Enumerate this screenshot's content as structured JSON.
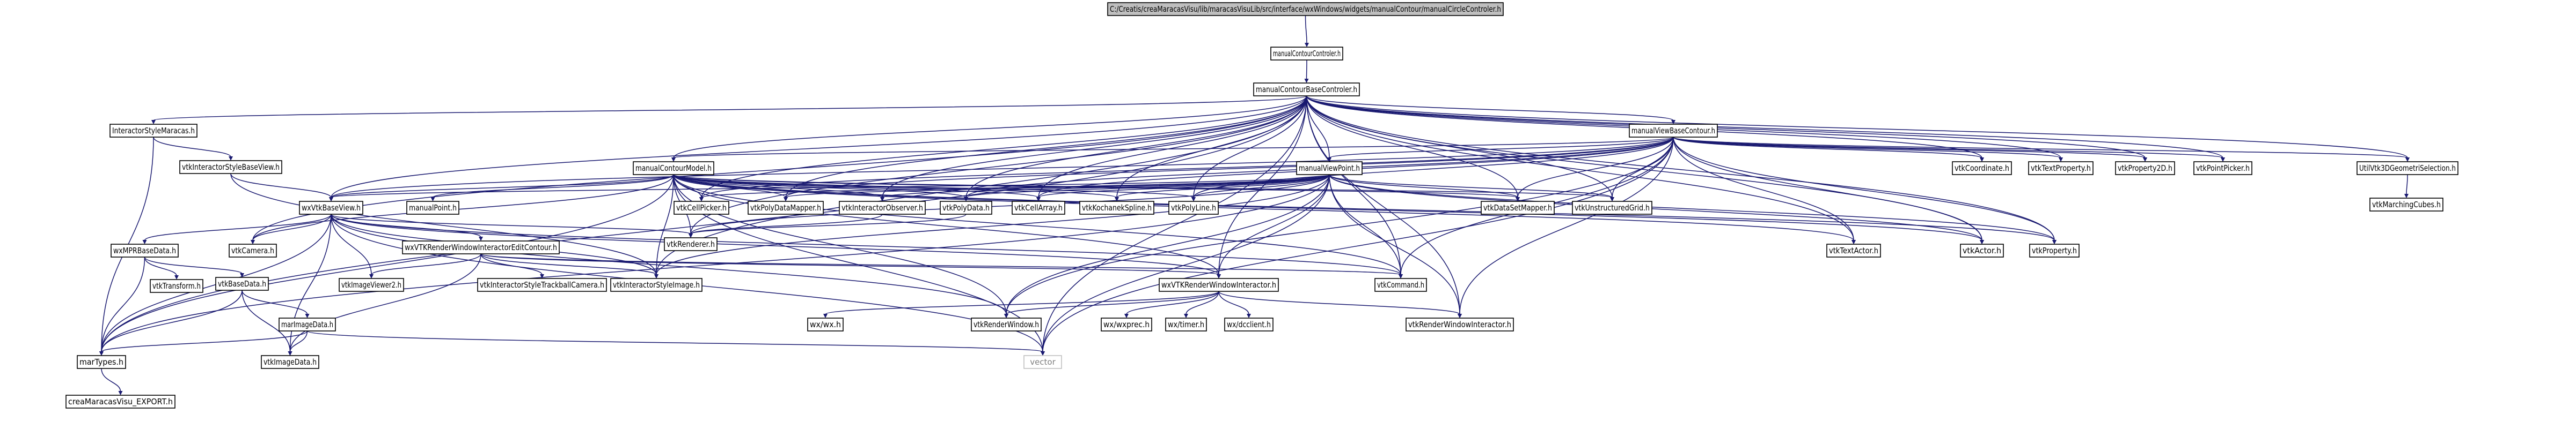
{
  "colors": {
    "edge": "#191970",
    "root_fill": "#bfbfbf",
    "node_fill": "#ffffff",
    "ghost_border": "#bfbfbf",
    "ghost_text": "#7f7f7f"
  },
  "nodes": {
    "root": "C:/Creatis/creaMaracasVisu/lib/maracasVisuLib/src/interface/wxWindows/widgets/manualContour/manualCircleControler.h",
    "manualContourControler": "manualContourControler.h",
    "manualContourBaseControler": "manualContourBaseControler.h",
    "InteractorStyleMaracas": "InteractorStyleMaracas.h",
    "vtkInteractorStyleBaseView": "vtkInteractorStyleBaseView.h",
    "manualViewBaseContour": "manualViewBaseContour.h",
    "manualContourModel": "manualContourModel.h",
    "manualViewPoint": "manualViewPoint.h",
    "wxVtkBaseView": "wxVtkBaseView.h",
    "manualPoint": "manualPoint.h",
    "vtkInteractorStyleImage": "vtkInteractorStyleImage.h",
    "vtkRenderer": "vtkRenderer.h",
    "wxMPRBaseData": "wxMPRBaseData.h",
    "vtkTransform": "vtkTransform.h",
    "vtkBaseData": "vtkBaseData.h",
    "marImageData": "marImageData.h",
    "vtkImageData": "vtkImageData.h",
    "marTypes": "marTypes.h",
    "creaMaracasVisu_EXPORT": "creaMaracasVisu_EXPORT.h",
    "vtkCamera": "vtkCamera.h",
    "wxVTKRenderWindowInteractorEditContour": "wxVTKRenderWindowInteractorEditContour.h",
    "vtkImageViewer2": "vtkImageViewer2.h",
    "vtkInteractorStyleTrackballCamera": "vtkInteractorStyleTrackballCamera.h",
    "vtkCellPicker": "vtkCellPicker.h",
    "vtkPolyDataMapper": "vtkPolyDataMapper.h",
    "vtkInteractorObserver": "vtkInteractorObserver.h",
    "vtkPolyData": "vtkPolyData.h",
    "vtkCellArray": "vtkCellArray.h",
    "vtkKochanekSpline": "vtkKochanekSpline.h",
    "vtkPolyLine": "vtkPolyLine.h",
    "vtkDataSetMapper": "vtkDataSetMapper.h",
    "vtkUnstructuredGrid": "vtkUnstructuredGrid.h",
    "vtkCoordinate": "vtkCoordinate.h",
    "vtkTextProperty": "vtkTextProperty.h",
    "vtkProperty2D": "vtkProperty2D.h",
    "vtkPointPicker": "vtkPointPicker.h",
    "UtilVtk3DGeometriSelection": "UtilVtk3DGeometriSelection.h",
    "vtkMarchingCubes": "vtkMarchingCubes.h",
    "vtkTextActor": "vtkTextActor.h",
    "vtkActor": "vtkActor.h",
    "vtkProperty": "vtkProperty.h",
    "vtkCommand": "vtkCommand.h",
    "wxVTKRenderWindowInteractor": "wxVTKRenderWindowInteractor.h",
    "wx_wx": "wx/wx.h",
    "wx_wxprec": "wx/wxprec.h",
    "wx_timer": "wx/timer.h",
    "wx_dcclient": "wx/dcclient.h",
    "vtkRenderWindow": "vtkRenderWindow.h",
    "vtkRenderWindowInteractor": "vtkRenderWindowInteractor.h",
    "vector": "vector"
  }
}
